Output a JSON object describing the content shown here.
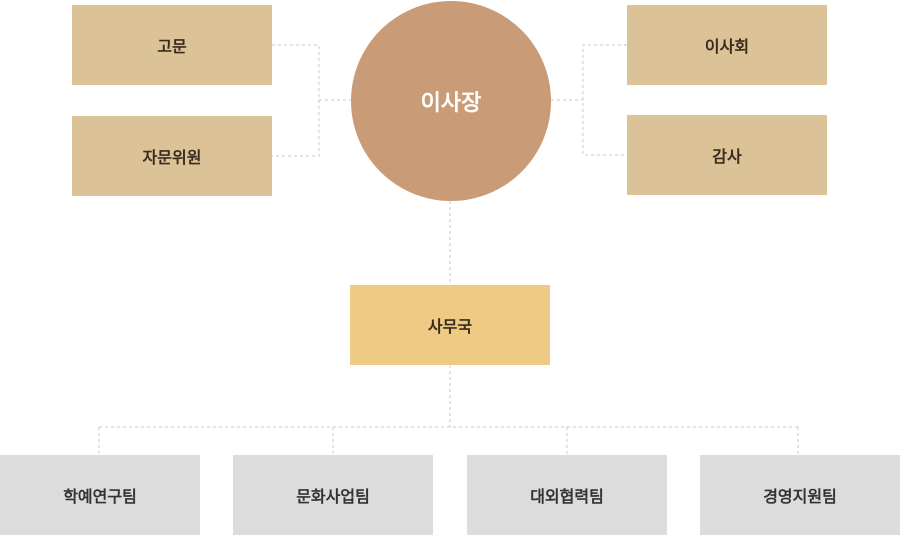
{
  "chairman": "이사장",
  "left_boxes": [
    "고문",
    "자문위원"
  ],
  "right_boxes": [
    "이사회",
    "감사"
  ],
  "secretariat": "사무국",
  "teams": [
    "학예연구팀",
    "문화사업팀",
    "대외협력팀",
    "경영지원팀"
  ]
}
